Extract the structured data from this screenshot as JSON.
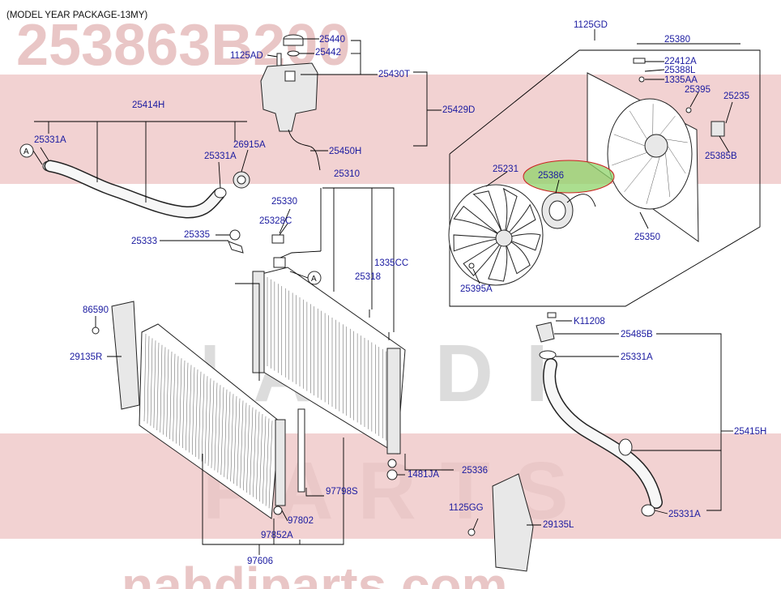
{
  "header": "(MODEL YEAR PACKAGE-13MY)",
  "watermark": {
    "part_number": "253863B200",
    "brand_lines": [
      "NAHDI",
      "PARTS"
    ],
    "site": "nahdiparts.com"
  },
  "ref_marker": "A",
  "labels": {
    "p25440": "25440",
    "p25442": "25442",
    "p1125AD": "1125AD",
    "p25430T": "25430T",
    "p25429D": "25429D",
    "p25450H": "25450H",
    "p25414H": "25414H",
    "p25331A_a": "25331A",
    "p25331A_b": "25331A",
    "p26915A": "26915A",
    "p25310": "25310",
    "p25330": "25330",
    "p25328C": "25328C",
    "p25333": "25333",
    "p25335": "25335",
    "p1335CC": "1335CC",
    "p25318": "25318",
    "p1125GD": "1125GD",
    "p25380": "25380",
    "p22412A": "22412A",
    "p25388L": "25388L",
    "p1335AA": "1335AA",
    "p25395": "25395",
    "p25235": "25235",
    "p25385B": "25385B",
    "p25231": "25231",
    "p25386": "25386",
    "p25350": "25350",
    "p25395A": "25395A",
    "p86590": "86590",
    "p29135R": "29135R",
    "pK11208": "K11208",
    "p25485B": "25485B",
    "p25331A_c": "25331A",
    "p25415H": "25415H",
    "p25331A_d": "25331A",
    "p25336": "25336",
    "p1481JA": "1481JA",
    "p97798S": "97798S",
    "p1125GG": "1125GG",
    "p29135L": "29135L",
    "p97802": "97802",
    "p97852A": "97852A",
    "p97606": "97606"
  }
}
